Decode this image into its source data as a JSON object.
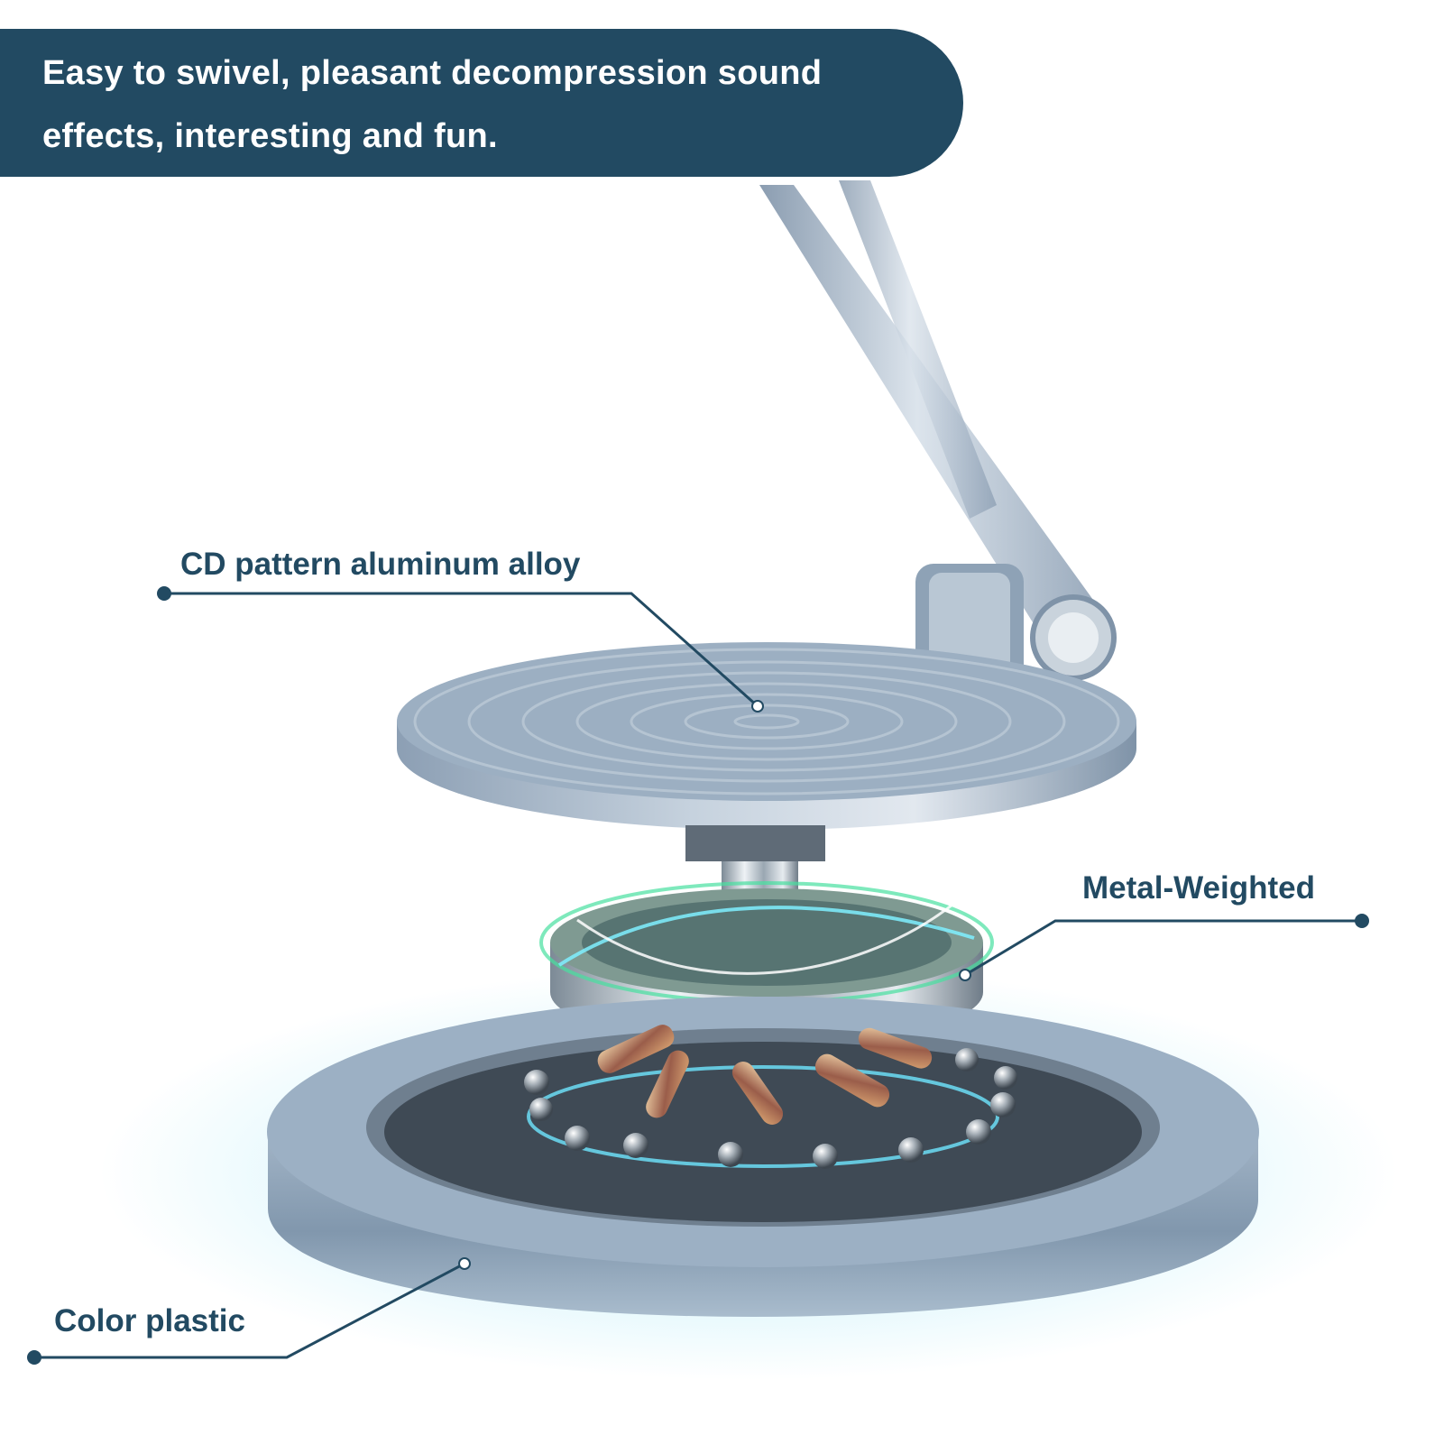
{
  "banner": {
    "lines": [
      "Easy to swivel, pleasant decompression sound",
      "effects, interesting and fun."
    ]
  },
  "callouts": {
    "cd_pattern": "CD pattern aluminum alloy",
    "metal_weighted": "Metal-Weighted",
    "color_plastic": "Color plastic"
  },
  "colors": {
    "banner_bg": "#224a62",
    "banner_text": "#ffffff",
    "label_text": "#224a62",
    "leader_line": "#224a62",
    "product_metal": "#8fa3b8",
    "glow": "#5fd6f0"
  },
  "icons": {
    "leader_dot": "filled-circle",
    "pointer_dot": "hollow-circle"
  }
}
